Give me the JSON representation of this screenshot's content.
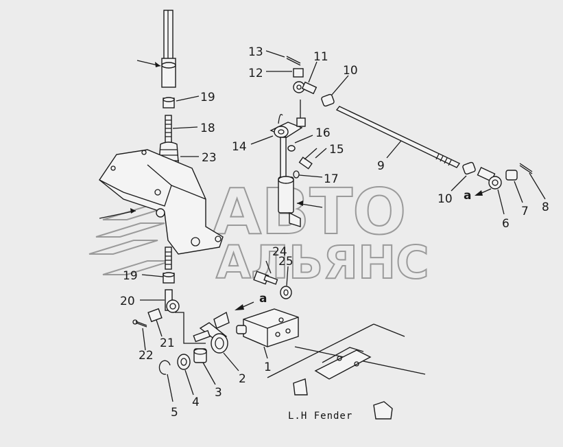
{
  "watermark": {
    "line1": "АВТО",
    "line2": "АЛЬЯНС"
  },
  "caption": "L.H Fender",
  "arrow_letter": "a",
  "callouts": [
    {
      "id": "c1",
      "text": "1"
    },
    {
      "id": "c2",
      "text": "2"
    },
    {
      "id": "c3",
      "text": "3"
    },
    {
      "id": "c4",
      "text": "4"
    },
    {
      "id": "c5",
      "text": "5"
    },
    {
      "id": "c6",
      "text": "6"
    },
    {
      "id": "c7",
      "text": "7"
    },
    {
      "id": "c8",
      "text": "8"
    },
    {
      "id": "c9",
      "text": "9"
    },
    {
      "id": "c10a",
      "text": "10"
    },
    {
      "id": "c10b",
      "text": "10"
    },
    {
      "id": "c11",
      "text": "11"
    },
    {
      "id": "c12",
      "text": "12"
    },
    {
      "id": "c13",
      "text": "13"
    },
    {
      "id": "c14",
      "text": "14"
    },
    {
      "id": "c15",
      "text": "15"
    },
    {
      "id": "c16",
      "text": "16"
    },
    {
      "id": "c17",
      "text": "17"
    },
    {
      "id": "c18",
      "text": "18"
    },
    {
      "id": "c19a",
      "text": "19"
    },
    {
      "id": "c19b",
      "text": "19"
    },
    {
      "id": "c20",
      "text": "20"
    },
    {
      "id": "c21",
      "text": "21"
    },
    {
      "id": "c22",
      "text": "22"
    },
    {
      "id": "c23",
      "text": "23"
    },
    {
      "id": "c24",
      "text": "24"
    },
    {
      "id": "c25",
      "text": "25"
    }
  ]
}
